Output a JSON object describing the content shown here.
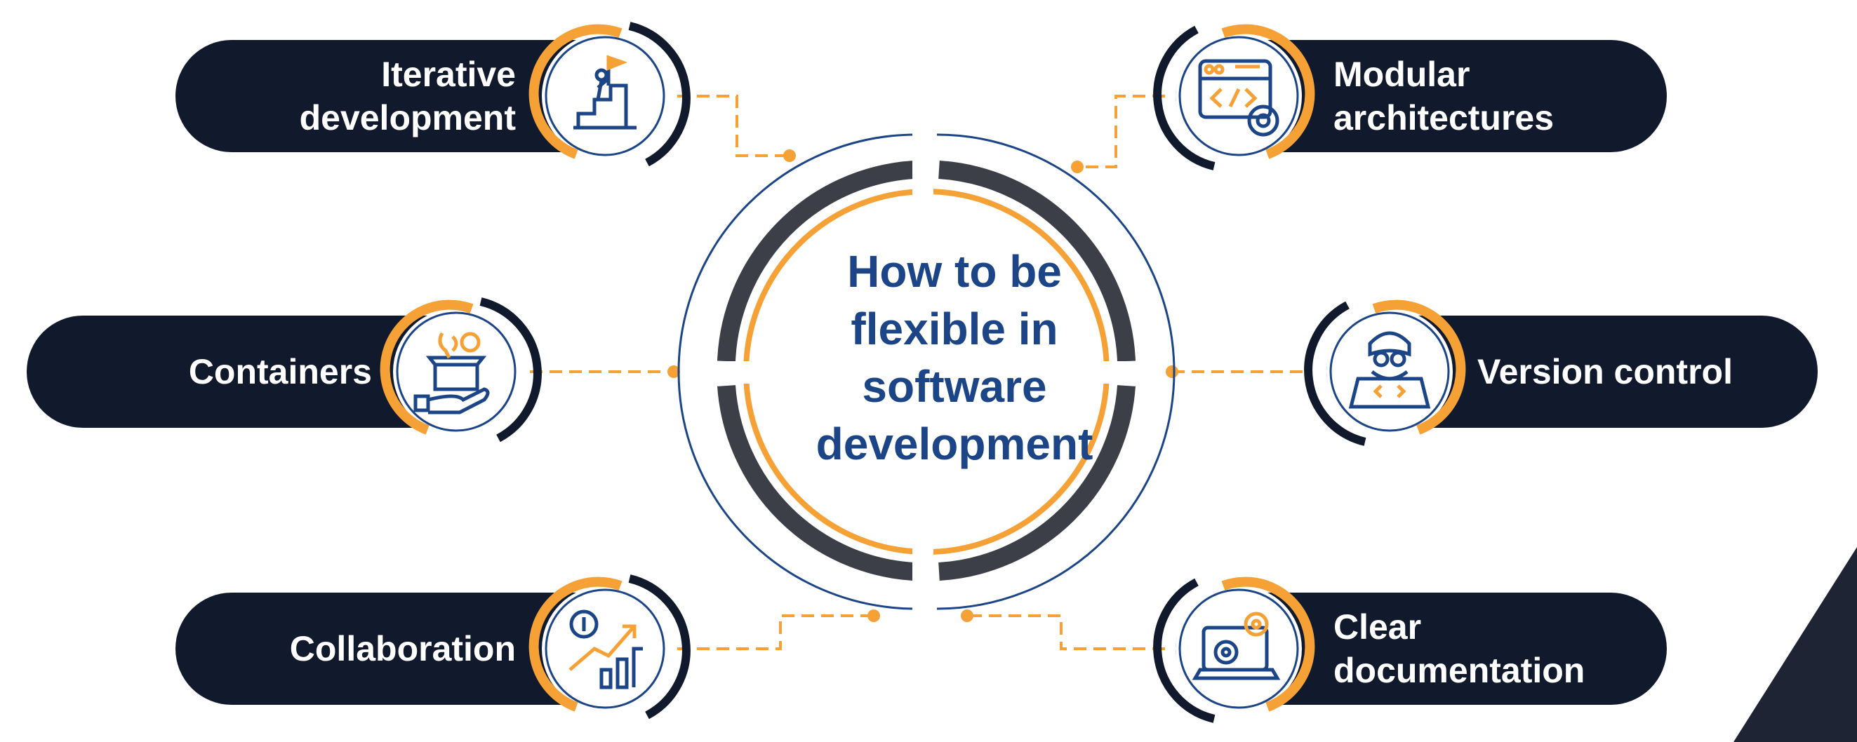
{
  "title_lines": [
    "How to be",
    "flexible in",
    "software",
    "development"
  ],
  "colors": {
    "pill": "#111a2c",
    "accent": "#f5a135",
    "navy": "#1c4587",
    "ring_dark": "#3c3f47",
    "connector": "#f5a135"
  },
  "items": [
    {
      "id": "iterative",
      "lines": [
        "Iterative",
        "development"
      ],
      "icon": "stairs-flag-icon",
      "side": "left"
    },
    {
      "id": "containers",
      "lines": [
        "Containers"
      ],
      "icon": "box-in-hand-icon",
      "side": "left"
    },
    {
      "id": "collaboration",
      "lines": [
        "Collaboration"
      ],
      "icon": "growth-chart-icon",
      "side": "left"
    },
    {
      "id": "modular",
      "lines": [
        "Modular",
        "architectures"
      ],
      "icon": "code-window-gear-icon",
      "side": "right"
    },
    {
      "id": "version",
      "lines": [
        "Version control"
      ],
      "icon": "developer-laptop-icon",
      "side": "right"
    },
    {
      "id": "documentation",
      "lines": [
        "Clear",
        "documentation"
      ],
      "icon": "laptop-gears-icon",
      "side": "right"
    }
  ]
}
